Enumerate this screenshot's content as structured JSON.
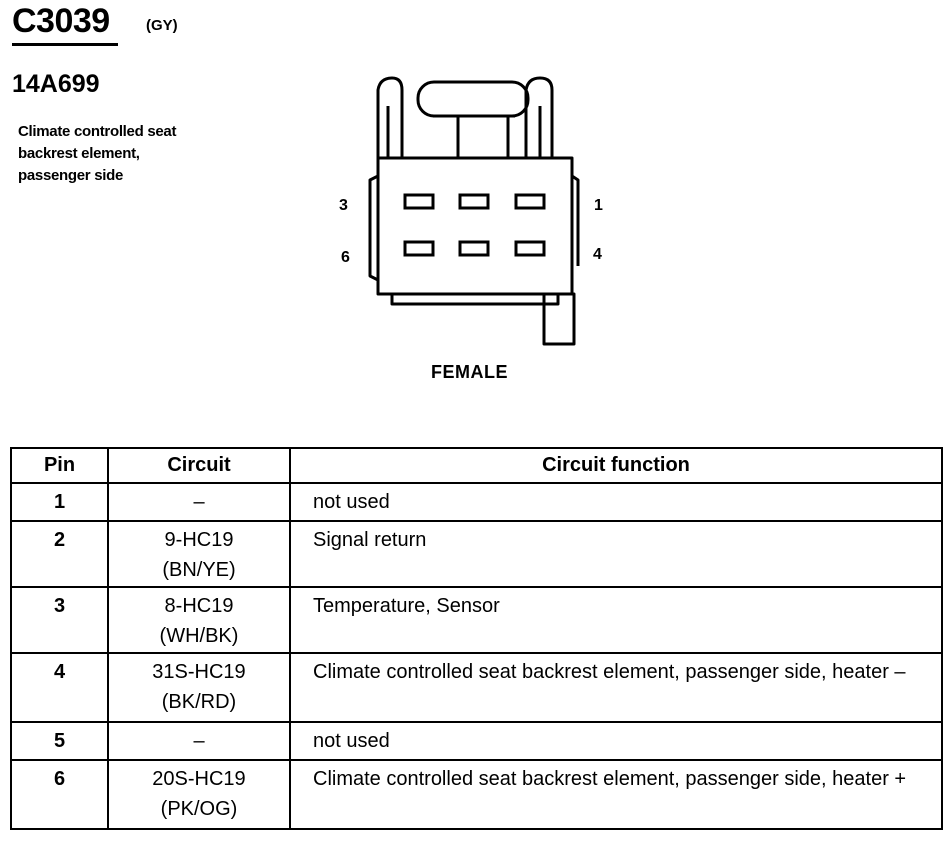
{
  "header": {
    "connector_id": "C3039",
    "color_code": "(GY)",
    "part_number": "14A699",
    "description": "Climate controlled seat backrest element, passenger side"
  },
  "connector": {
    "view_label": "FEMALE",
    "pin_labels": {
      "top_left": "3",
      "top_right": "1",
      "bottom_left": "6",
      "bottom_right": "4"
    }
  },
  "table": {
    "headers": {
      "pin": "Pin",
      "circuit": "Circuit",
      "function": "Circuit function"
    },
    "rows": [
      {
        "pin": "1",
        "circuit_code": "–",
        "circuit_color": "",
        "function": "not used"
      },
      {
        "pin": "2",
        "circuit_code": "9-HC19",
        "circuit_color": "(BN/YE)",
        "function": "Signal return"
      },
      {
        "pin": "3",
        "circuit_code": "8-HC19",
        "circuit_color": "(WH/BK)",
        "function": "Temperature, Sensor"
      },
      {
        "pin": "4",
        "circuit_code": "31S-HC19",
        "circuit_color": "(BK/RD)",
        "function": "Climate controlled seat backrest element, passenger side, heater –"
      },
      {
        "pin": "5",
        "circuit_code": "–",
        "circuit_color": "",
        "function": "not used"
      },
      {
        "pin": "6",
        "circuit_code": "20S-HC19",
        "circuit_color": "(PK/OG)",
        "function": "Climate controlled seat backrest element, passenger side, heater +"
      }
    ]
  }
}
